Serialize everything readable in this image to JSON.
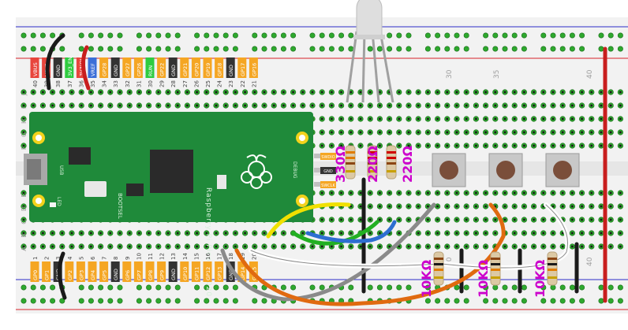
{
  "breadboard": {
    "column_numbers": [
      "30",
      "35",
      "40"
    ],
    "row_letters_top": [
      "J",
      "I",
      "H",
      "G",
      "F"
    ],
    "row_letters_bottom": [
      "E",
      "D",
      "C",
      "B",
      "A"
    ]
  },
  "pico": {
    "name": "Raspberry Pi Pico © 2020",
    "bootsel": "BOOTSEL",
    "led": "LED",
    "usb": "USB",
    "debug": "DEBUG",
    "top_pin_numbers": [
      "40",
      "39",
      "38",
      "37",
      "36",
      "35",
      "34",
      "33",
      "32",
      "31",
      "30",
      "29",
      "28",
      "27",
      "26",
      "25",
      "24",
      "23",
      "22",
      "21"
    ],
    "bottom_pin_numbers": [
      "1",
      "2",
      "3",
      "4",
      "5",
      "6",
      "7",
      "8",
      "9",
      "10",
      "11",
      "12",
      "13",
      "14",
      "15",
      "16",
      "17",
      "18",
      "19",
      "20"
    ],
    "top_pin_labels": [
      "VBUS",
      "VSYS",
      "GND",
      "3V3_EN",
      "3V3(OUT)",
      "VREF",
      "GP28",
      "GND",
      "GP27",
      "GP26",
      "RUN",
      "GP22",
      "GND",
      "GP21",
      "GP20",
      "GP19",
      "GP18",
      "GND",
      "GP17",
      "GP16"
    ],
    "bottom_pin_labels": [
      "GP0",
      "GP1",
      "GND",
      "GP2",
      "GP3",
      "GP4",
      "GP5",
      "GND",
      "GP6",
      "GP7",
      "GP8",
      "GP9",
      "GND",
      "GP10",
      "GP11",
      "GP12",
      "GP13",
      "GND",
      "GP14",
      "GP15"
    ],
    "debug_pins": [
      "SWDIO",
      "GND",
      "SWCLK"
    ]
  },
  "resistors": {
    "top": [
      "330Ω",
      "220Ω",
      "220Ω"
    ],
    "bottom": [
      "10KΩ",
      "10KΩ",
      "10KΩ"
    ]
  },
  "colors": {
    "label_red": "#e8453c",
    "label_green": "#2ecc40",
    "label_orange": "#f5a623",
    "label_black": "#333333",
    "label_blue": "#3b6fd8",
    "resistor_text": "#cc00cc",
    "rail_red": "#d8232a",
    "rail_blue": "#2c2cc8"
  }
}
